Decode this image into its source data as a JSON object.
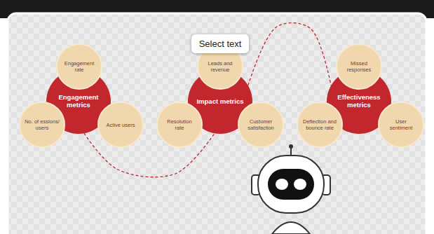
{
  "diagram": {
    "nodes": [
      {
        "text": [
          "Engagement metrics"
        ]
      },
      {
        "text": [
          "Engagement rate"
        ]
      },
      {
        "text": [
          "No. of essions/ users"
        ]
      },
      {
        "text": [
          "Active users"
        ]
      },
      {
        "text": [
          "Impact metrics"
        ]
      },
      {
        "text": [
          "Leads and revenue"
        ]
      },
      {
        "text": [
          "Resolution rate"
        ]
      },
      {
        "text": [
          "Customer satisfaction"
        ]
      },
      {
        "text": [
          "Effectiveness metrics"
        ]
      },
      {
        "text": [
          "Missed responses"
        ]
      },
      {
        "text": [
          "Deflection and bounce rate"
        ]
      },
      {
        "text": [
          "User sentiment"
        ]
      }
    ],
    "edges": [
      {
        "from": 0,
        "to": 4,
        "arrow": "none"
      },
      {
        "from": 4,
        "to": 8,
        "arrow": "none"
      }
    ],
    "labels": [
      "Select text"
    ]
  }
}
